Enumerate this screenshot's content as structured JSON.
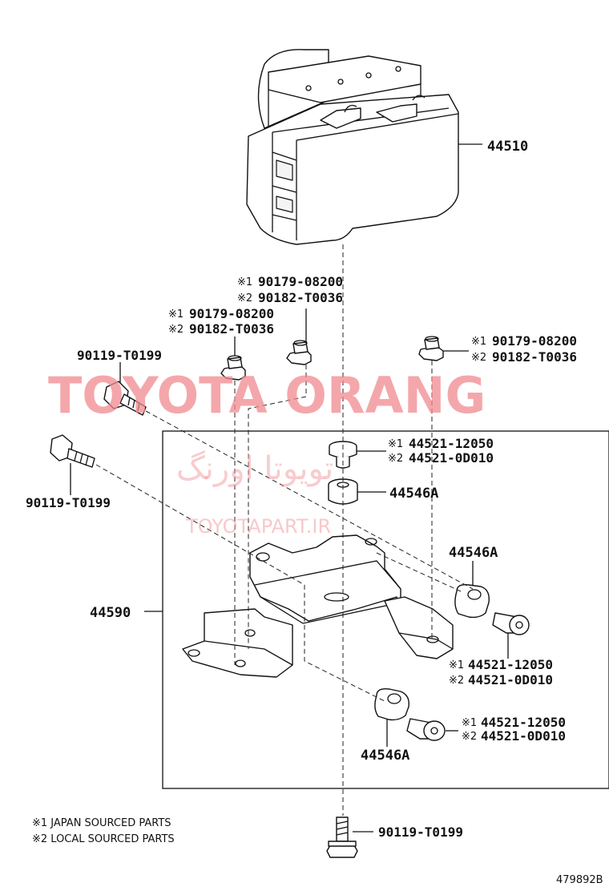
{
  "watermark": {
    "brand": "TOYOTA ORANG",
    "brand_fa": "تویوتا اورنگ",
    "site": "TOYOTAPART.IR"
  },
  "labels": {
    "actuator": "44510",
    "bracket": "44590",
    "bolt_upper_left": "90119-T0199",
    "bolt_left": "90119-T0199",
    "bolt_bottom": "90119-T0199",
    "nut_top_a": "90179-08200",
    "nut_top_b": "90182-T0036",
    "nut_mid_a": "90179-08200",
    "nut_mid_b": "90182-T0036",
    "nut_right_a": "90179-08200",
    "nut_right_b": "90182-T0036",
    "collar_top_a": "44521-12050",
    "collar_top_b": "44521-0D010",
    "cushion_top": "44546A",
    "cushion_right": "44546A",
    "collar_right_a": "44521-12050",
    "collar_right_b": "44521-0D010",
    "collar_bottom_a": "44521-12050",
    "collar_bottom_b": "44521-0D010",
    "cushion_bottom": "44546A",
    "mark1": "※1",
    "mark2": "※2"
  },
  "notes": {
    "note1": "※1 JAPAN SOURCED PARTS",
    "note2": "※2 LOCAL SOURCED PARTS"
  },
  "figure_code": "479892B"
}
